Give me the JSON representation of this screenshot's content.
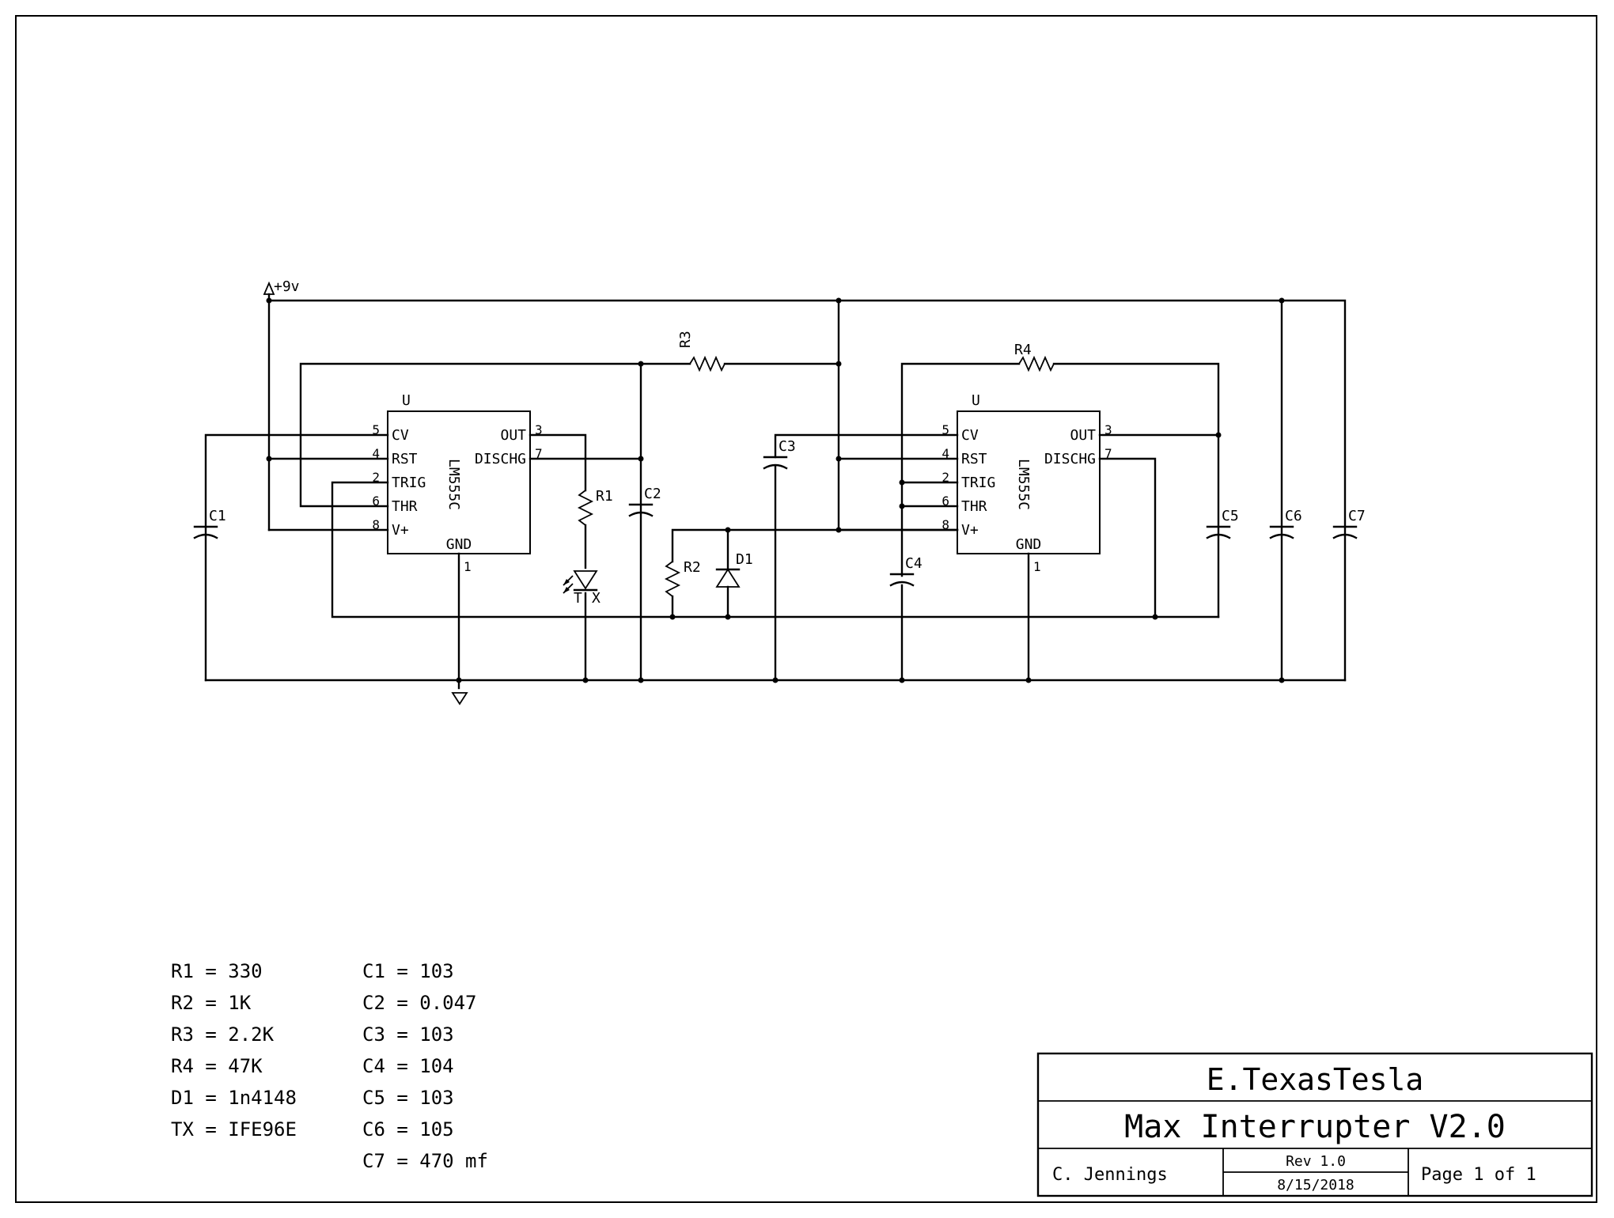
{
  "supply_label": "+9v",
  "ic1": {
    "ref": "U",
    "part": "LM555C",
    "pins": [
      {
        "num": "5",
        "name": "CV"
      },
      {
        "num": "4",
        "name": "RST"
      },
      {
        "num": "2",
        "name": "TRIG"
      },
      {
        "num": "6",
        "name": "THR"
      },
      {
        "num": "8",
        "name": "V+"
      },
      {
        "num": "3",
        "name": "OUT"
      },
      {
        "num": "7",
        "name": "DISCHG"
      },
      {
        "num": "1",
        "name": "GND"
      }
    ]
  },
  "ic2": {
    "ref": "U",
    "part": "LM555C",
    "pins": [
      {
        "num": "5",
        "name": "CV"
      },
      {
        "num": "4",
        "name": "RST"
      },
      {
        "num": "2",
        "name": "TRIG"
      },
      {
        "num": "6",
        "name": "THR"
      },
      {
        "num": "8",
        "name": "V+"
      },
      {
        "num": "3",
        "name": "OUT"
      },
      {
        "num": "7",
        "name": "DISCHG"
      },
      {
        "num": "1",
        "name": "GND"
      }
    ]
  },
  "components": {
    "R1": "R1",
    "R2": "R2",
    "R3": "R3",
    "R4": "R4",
    "C1": "C1",
    "C2": "C2",
    "C3": "C3",
    "C4": "C4",
    "C5": "C5",
    "C6": "C6",
    "C7": "C7",
    "D1": "D1",
    "TX_T": "T",
    "TX_X": "X"
  },
  "values_left": [
    "R1 = 330",
    "R2 = 1K",
    "R3 = 2.2K",
    "R4 = 47K",
    "D1 = 1n4148",
    "TX = IFE96E"
  ],
  "values_right": [
    "C1 = 103",
    "C2 = 0.047",
    "C3 = 103",
    "C4 = 104",
    "C5 = 103",
    "C6 = 105",
    "C7 = 470 mf"
  ],
  "title_block": {
    "company": "E.TexasTesla",
    "title": "Max Interrupter V2.0",
    "author": "C. Jennings",
    "revision": "Rev 1.0",
    "date": "8/15/2018",
    "page": "Page 1 of 1"
  }
}
